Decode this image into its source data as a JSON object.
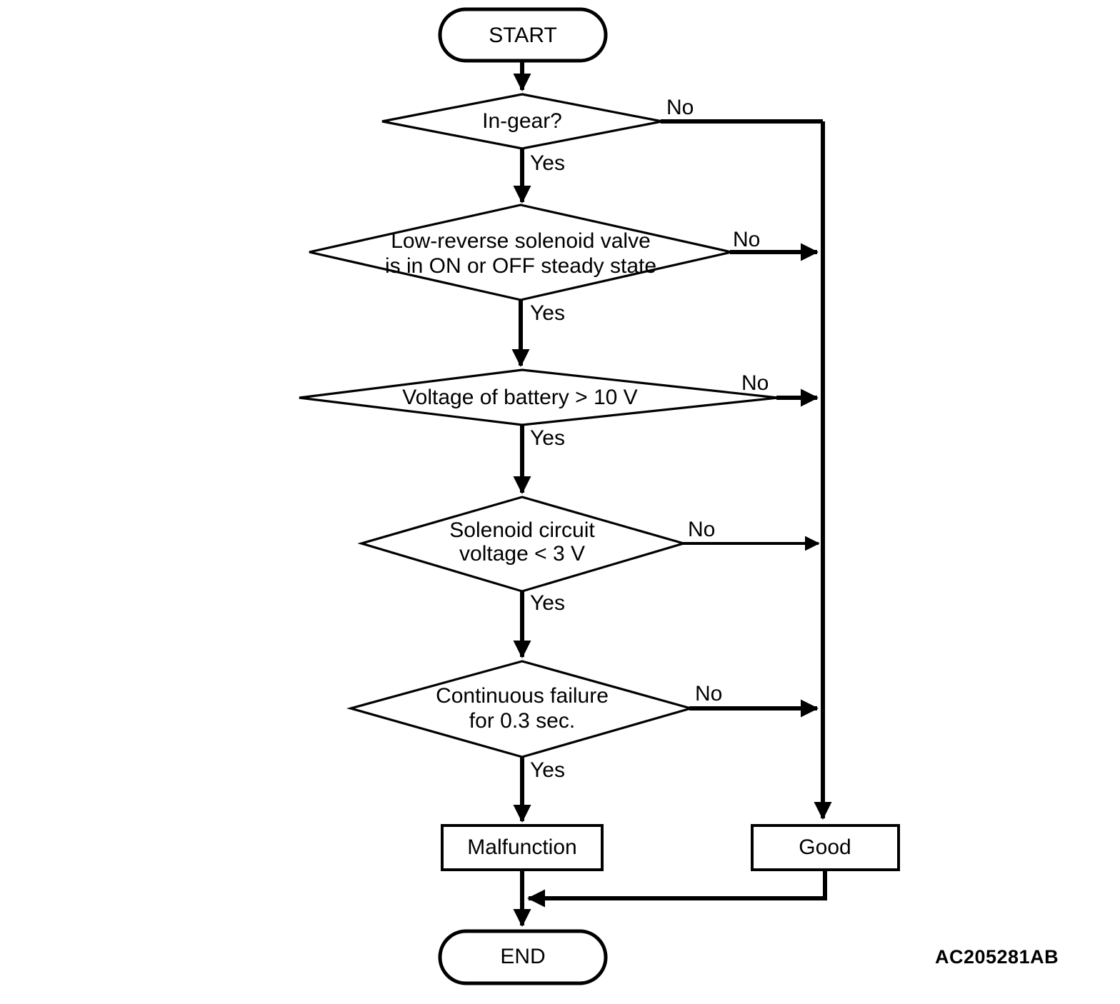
{
  "diagram": {
    "type": "flowchart",
    "title": "",
    "reference_code": "AC205281AB",
    "colors": {
      "stroke": "#000000",
      "fill": "#ffffff",
      "text": "#000000"
    },
    "nodes": {
      "start": {
        "label": "START",
        "shape": "terminator"
      },
      "d1": {
        "label": "In-gear?",
        "shape": "decision"
      },
      "d2_line1": "Low-reverse solenoid valve",
      "d2_line2": "is in ON or OFF steady state",
      "d3": {
        "label": "Voltage of battery > 10 V",
        "shape": "decision"
      },
      "d4_line1": "Solenoid circuit",
      "d4_line2": "voltage < 3 V",
      "d5_line1": "Continuous failure",
      "d5_line2": "for 0.3 sec.",
      "malfunction": {
        "label": "Malfunction",
        "shape": "process"
      },
      "good": {
        "label": "Good",
        "shape": "process"
      },
      "end": {
        "label": "END",
        "shape": "terminator"
      }
    },
    "edge_labels": {
      "yes1": "Yes",
      "no1": "No",
      "yes2": "Yes",
      "no2": "No",
      "yes3": "Yes",
      "no3": "No",
      "yes4": "Yes",
      "no4": "No",
      "yes5": "Yes",
      "no5": "No"
    },
    "flow_sequence": [
      "START",
      "In-gear?",
      "Low-reverse solenoid valve is in ON or OFF steady state",
      "Voltage of battery > 10 V",
      "Solenoid circuit voltage < 3 V",
      "Continuous failure for 0.3 sec.",
      "Malfunction",
      "Good",
      "END"
    ]
  }
}
